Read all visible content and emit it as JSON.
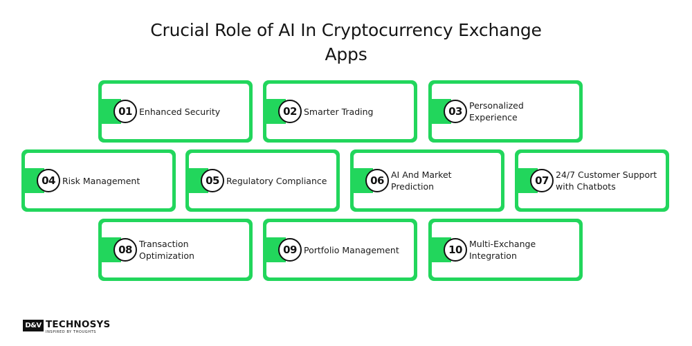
{
  "title": {
    "line1": "Crucial Role of AI In Cryptocurrency Exchange",
    "line2": "Apps"
  },
  "items": [
    {
      "number": "01",
      "label": "Enhanced Security"
    },
    {
      "number": "02",
      "label": "Smarter Trading"
    },
    {
      "number": "03",
      "label": "Personalized Experience"
    },
    {
      "number": "04",
      "label": "Risk Management"
    },
    {
      "number": "05",
      "label": "Regulatory Compliance"
    },
    {
      "number": "06",
      "label": "AI And Market Prediction"
    },
    {
      "number": "07",
      "label": "24/7 Customer Support with Chatbots"
    },
    {
      "number": "08",
      "label": "Transaction Optimization"
    },
    {
      "number": "09",
      "label": "Portfolio Management"
    },
    {
      "number": "10",
      "label": "Multi-Exchange Integration"
    }
  ],
  "logo": {
    "mark": "D&V",
    "name": "TECHNOSYS",
    "tagline": "INSPIRED BY THOUGHTS"
  },
  "colors": {
    "accent": "#22d65c",
    "text": "#111111",
    "background": "#ffffff"
  }
}
